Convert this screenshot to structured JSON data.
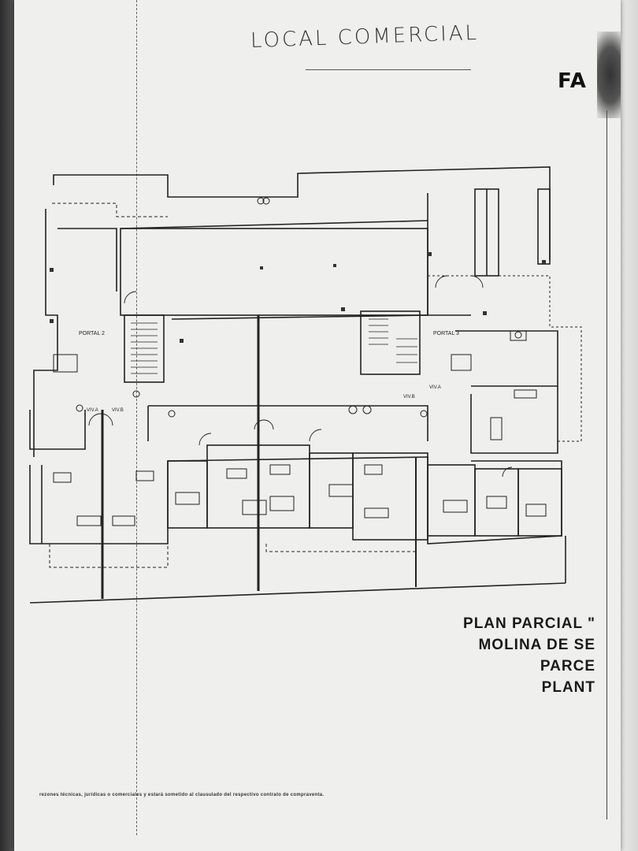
{
  "handwritten_title": "LOCAL COMERCIAL",
  "logo_text": "FA",
  "plan_labels": {
    "portal_2": "PORTAL 2",
    "portal_3": "PORTAL 3",
    "viv_a_left": "VIV.A",
    "viv_b_left": "VIV.B",
    "viv_b_right": "VIV.B",
    "viv_a_right": "VIV.A"
  },
  "title_block": {
    "line1": "PLAN PARCIAL \"",
    "line2": "MOLINA DE SE",
    "line3": "PARCE",
    "line4": "PLANT"
  },
  "footnote": "rezones técnicas, jurídicas o comerciales y estará sometido al clausulado del respectivo contrato de compraventa."
}
